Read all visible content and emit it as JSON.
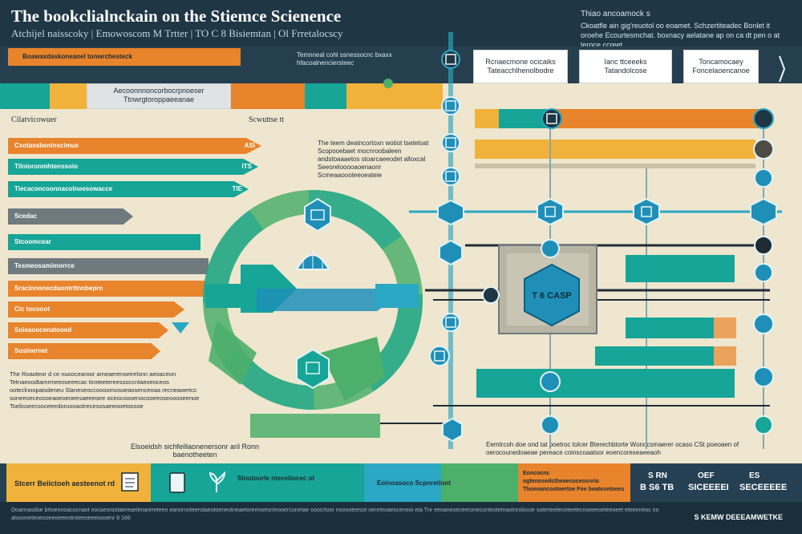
{
  "header": {
    "title": "The bookclialnckain on the Stiemce Scienence",
    "subtitle": "Atchijel naisscoky | Emowoscom M Trtter | TO C 8 Bisiemtan | Ol Frretalocscy",
    "note_title": "Thiao ancoamock s",
    "note_text": "Ckoatfle ain gig'reuotol oo eoamet. Schzertiteadec Bonlet it oroehe Ecourtesmchat. boxnacy aelatane ap on ca dt pen o at teroce ccreet"
  },
  "top": {
    "orange_label": "Boawaxdaskoneanel tonwrchesteck",
    "center_note": "Temnneal cohl ssnessocnc bxaxx hfacoalnenciersteec",
    "mid_box": "Aecoonnnoncorbocrpnoeser Ttnwrgtoroppaeeanae",
    "box1": "Rcnaecmone ocicaiks Tateacchlhenolbodre",
    "box2": "Ianc ttceeeks Tatandolcose",
    "box3": "Toncamocaey Foncelaoencanoe",
    "left_heading": "Cilatvicowuer",
    "mid_heading": "Scwuttse tt"
  },
  "left_tags": [
    {
      "label": "Cxotassbeninscimue",
      "num": "ASI"
    },
    {
      "label": "Tilnioronmhtenssoio",
      "num": "ITS"
    },
    {
      "label": "Tiecaconcoonnacolnoesowacce",
      "num": "TIE"
    },
    {
      "label": "Scedac",
      "num": ""
    },
    {
      "label": "Stcoomcear",
      "num": ""
    },
    {
      "label": "Tesmeosamimorrce",
      "num": ""
    },
    {
      "label": "Sracinnonecdaontrttnnbepro",
      "num": ""
    },
    {
      "label": "Cic tocooot",
      "num": ""
    },
    {
      "label": "Soieaoocenatooed",
      "num": ""
    },
    {
      "label": "Sosinernet",
      "num": ""
    }
  ],
  "center_paragraph": "The teem deatncortoxn wotiot tsetetoat Scopooebaet mocnroobaleen andstoaaaetos stoarcaeeodet alloxcal Seeorelooooaoenaonr Scmeaaoooteeoeateie",
  "left_paragraph": "The Roaoteor d ce nuoocearoor ameaerenseirelsnn aeoaceon Tetnaeoodtamrmeeoseeecac tiroteetereessoccntaeoeoceos ooteclnoopaisdeneu Slaneseoccoooomosoeaosenceoaa recneaoertcc soneeoeceosoeaoeoeoeesaeeeoee oceocoooenocooeeoseooooeenoe Toelisseecsoceeedoroooaotrecesosaeeooetoosoe",
  "bottom_mid_text": "Elsoeidsh sichfeillaonenersonr aril Ronn baenotheeten",
  "bottom_right_text": "Eemtrcoh doe ond tat ooetroc tolcer Bterechbtorte Wonocsmaerer ocaso CSt poeoaen of oerocounedoaeae pereace coinscoaatsor eoencoreseaeeaoh",
  "diagram": {
    "center_node_label": "T 6 CASP"
  },
  "footer": {
    "seg1": "Stcerr Beiictoeh aesteenot rd",
    "seg2": "Stnutoorle ntecetiocec ot",
    "seg3": "Eoinoasoco Scpnretiont",
    "seg4": "Eoncocnc ogtenosedctheaecoceosnrio Thoeoancootoertoe Foe beatosetoees",
    "stat1": "S RN",
    "stat1b": "B S6 TB",
    "stat2": "OEF",
    "stat2b": "SICEEEEI",
    "stat3": "ES",
    "stat3b": "SECEEEEE"
  },
  "bottom": {
    "small": "Doannasdoe brtoeonoacocnaot nocaesrootaereaelenarereteeo eanornoteerotaeotoeneotneaetoreenoesntnooerconetae ooocrtoor nooooteesot oenrteoaeoceneoi eta Tnr eeoaneoeceeroneconteotetnaotnrolocoe soterteelenoteetecnoeeeoeteeoeet eteeoneoc no atoooneteoeooeeoeeeotroteeoeeeoooenr 8 166",
    "right": "S KEMW DEEEAMWETKE"
  },
  "colors": {
    "orange": "#e8842c",
    "teal": "#16a596",
    "yellow": "#f1b23b",
    "green": "#4caf6a",
    "blue": "#1f8fb8",
    "navy": "#1f3645",
    "cream": "#efe6cf"
  }
}
